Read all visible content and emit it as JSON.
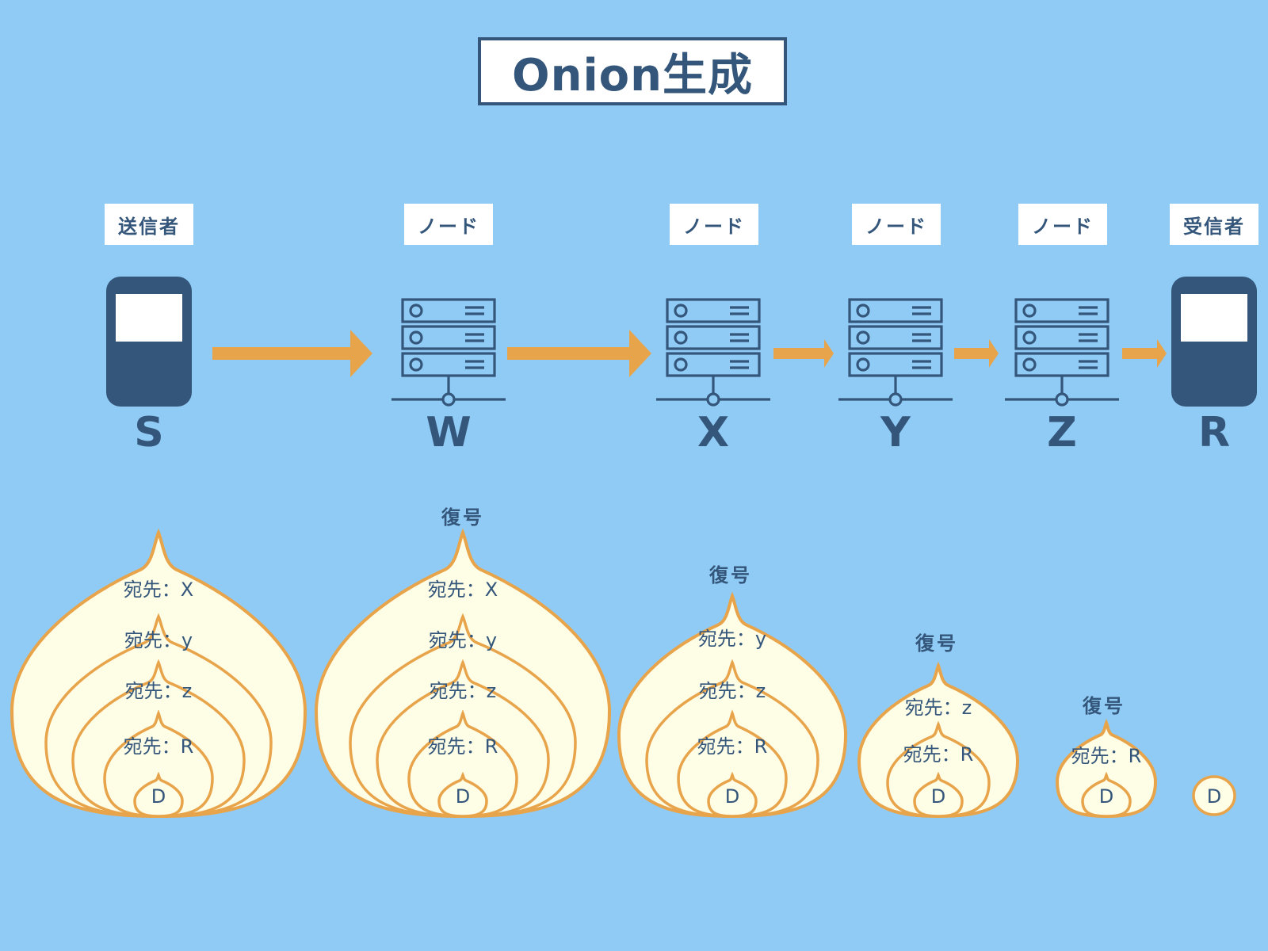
{
  "title": "Onion生成",
  "colors": {
    "background": "#90cbf6",
    "primary": "#34567a",
    "arrow": "#e8a44a",
    "onion_fill": "#fefde6",
    "onion_stroke": "#e8a44a"
  },
  "nodes": [
    {
      "role": "送信者",
      "letter": "S",
      "icon": "phone-icon"
    },
    {
      "role": "ノード",
      "letter": "W",
      "icon": "server-icon"
    },
    {
      "role": "ノード",
      "letter": "X",
      "icon": "server-icon"
    },
    {
      "role": "ノード",
      "letter": "Y",
      "icon": "server-icon"
    },
    {
      "role": "ノード",
      "letter": "Z",
      "icon": "server-icon"
    },
    {
      "role": "受信者",
      "letter": "R",
      "icon": "phone-icon"
    }
  ],
  "onions": [
    {
      "decrypt_label": "",
      "layers": [
        "宛先：X",
        "宛先：y",
        "宛先：z",
        "宛先：R"
      ],
      "core": "D"
    },
    {
      "decrypt_label": "復号",
      "layers": [
        "宛先：X",
        "宛先：y",
        "宛先：z",
        "宛先：R"
      ],
      "core": "D"
    },
    {
      "decrypt_label": "復号",
      "layers": [
        "宛先：y",
        "宛先：z",
        "宛先：R"
      ],
      "core": "D"
    },
    {
      "decrypt_label": "復号",
      "layers": [
        "宛先：z",
        "宛先：R"
      ],
      "core": "D"
    },
    {
      "decrypt_label": "復号",
      "layers": [
        "宛先：R"
      ],
      "core": "D"
    },
    {
      "decrypt_label": "",
      "layers": [],
      "core": "D"
    }
  ]
}
